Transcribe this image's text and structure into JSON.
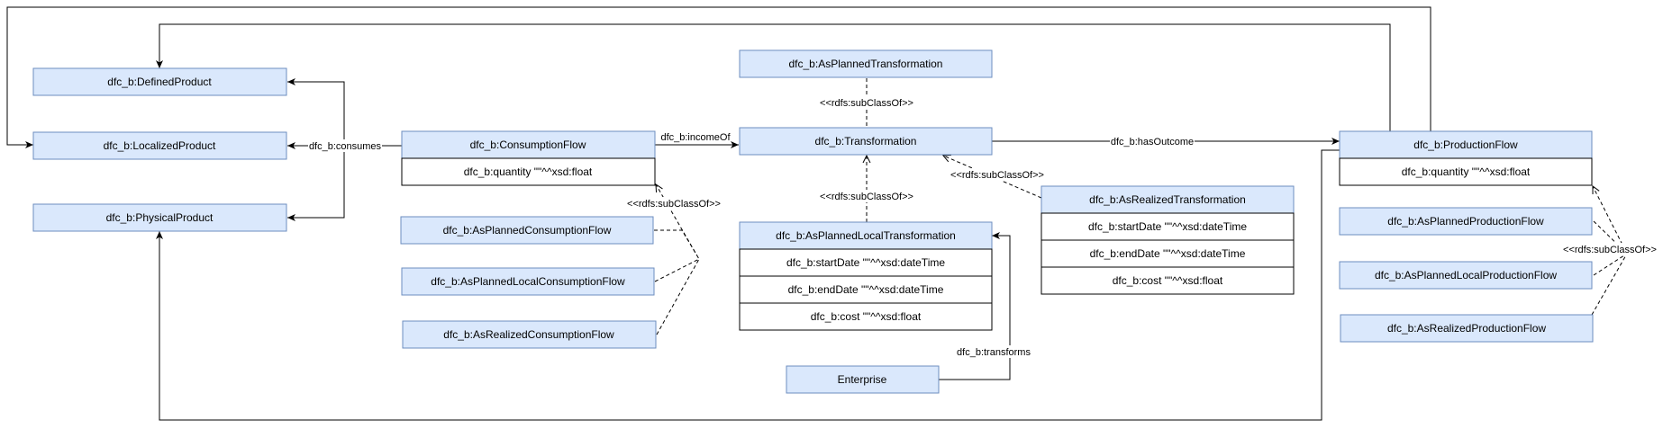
{
  "nodes": {
    "defined_product": "dfc_b:DefinedProduct",
    "localized_product": "dfc_b:LocalizedProduct",
    "physical_product": "dfc_b:PhysicalProduct",
    "consumption_flow": "dfc_b:ConsumptionFlow",
    "consumption_flow_quantity": "dfc_b:quantity \"\"^^xsd:float",
    "as_planned_consumption_flow": "dfc_b:AsPlannedConsumptionFlow",
    "as_planned_local_consumption_flow": "dfc_b:AsPlannedLocalConsumptionFlow",
    "as_realized_consumption_flow": "dfc_b:AsRealizedConsumptionFlow",
    "as_planned_transformation": "dfc_b:AsPlannedTransformation",
    "transformation": "dfc_b:Transformation",
    "as_planned_local_transformation": "dfc_b:AsPlannedLocalTransformation",
    "aplt_start_date": "dfc_b:startDate \"\"^^xsd:dateTime",
    "aplt_end_date": "dfc_b:endDate \"\"^^xsd:dateTime",
    "aplt_cost": "dfc_b:cost \"\"^^xsd:float",
    "as_realized_transformation": "dfc_b:AsRealizedTransformation",
    "art_start_date": "dfc_b:startDate \"\"^^xsd:dateTime",
    "art_end_date": "dfc_b:endDate \"\"^^xsd:dateTime",
    "art_cost": "dfc_b:cost \"\"^^xsd:float",
    "enterprise": "Enterprise",
    "production_flow": "dfc_b:ProductionFlow",
    "production_flow_quantity": "dfc_b:quantity \"\"^^xsd:float",
    "as_planned_production_flow": "dfc_b:AsPlannedProductionFlow",
    "as_planned_local_production_flow": "dfc_b:AsPlannedLocalProductionFlow",
    "as_realized_production_flow": "dfc_b:AsRealizedProductionFlow"
  },
  "edges": {
    "consumes": "dfc_b:consumes",
    "income_of": "dfc_b:incomeOf",
    "has_outcome": "dfc_b:hasOutcome",
    "transforms": "dfc_b:transforms",
    "subclass_of": "<<rdfs:subClassOf>>"
  },
  "colors": {
    "node_fill": "#dae8fc",
    "node_border": "#6c8ebf",
    "attr_border": "#000000"
  }
}
